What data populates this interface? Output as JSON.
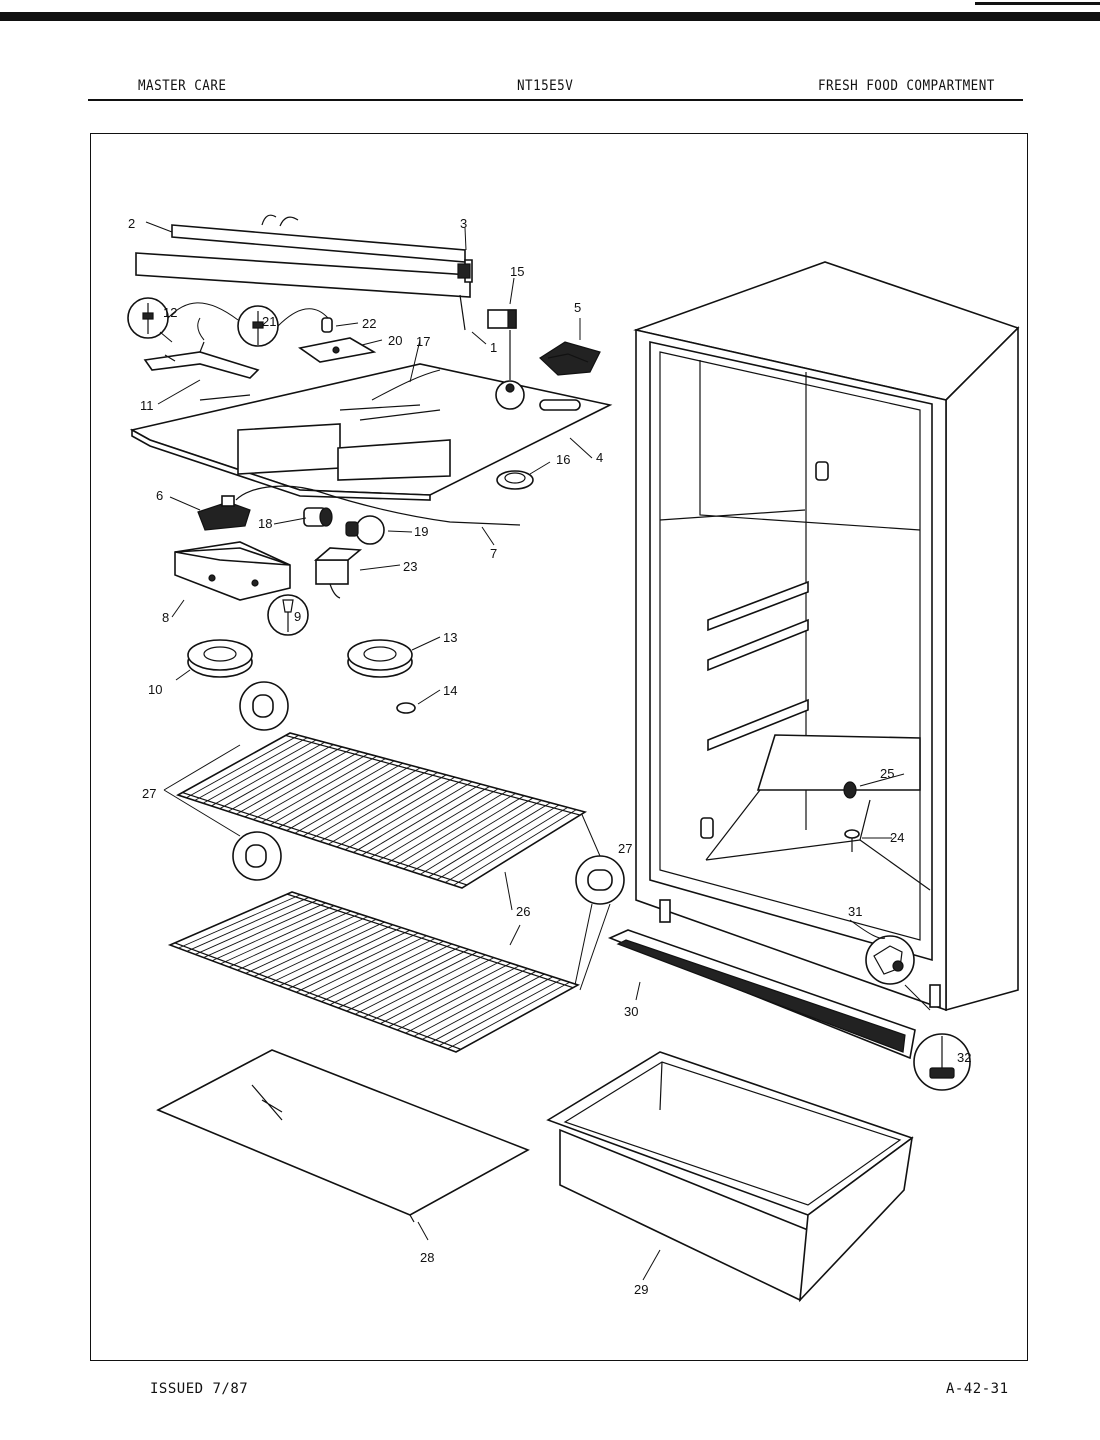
{
  "header": {
    "left": "MASTER CARE",
    "center": "NT15E5V",
    "right": "FRESH FOOD COMPARTMENT"
  },
  "footer": {
    "left": "ISSUED 7/87",
    "right": "A-42-31"
  },
  "callouts": {
    "c1": "1",
    "c2": "2",
    "c3": "3",
    "c4": "4",
    "c5": "5",
    "c6": "6",
    "c7": "7",
    "c8": "8",
    "c9": "9",
    "c10": "10",
    "c11": "11",
    "c12": "12",
    "c13": "13",
    "c14": "14",
    "c15": "15",
    "c16": "16",
    "c17": "17",
    "c18": "18",
    "c19": "19",
    "c20": "20",
    "c21": "21",
    "c22": "22",
    "c23": "23",
    "c24": "24",
    "c25": "25",
    "c26": "26",
    "c27a": "27",
    "c27b": "27",
    "c28": "28",
    "c29": "29",
    "c30": "30",
    "c31": "31",
    "c32": "32"
  }
}
